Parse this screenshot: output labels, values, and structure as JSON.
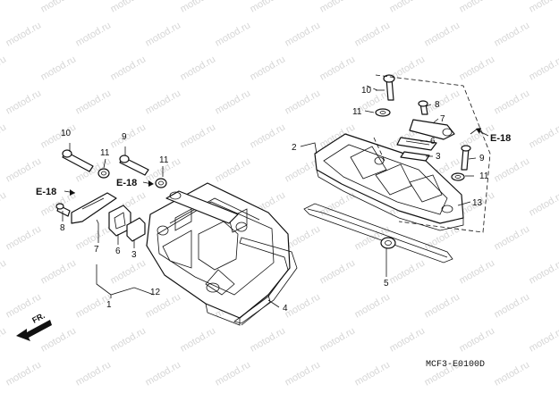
{
  "watermark": "motod.ru",
  "diagram_code": "MCF3-E0100D",
  "direction": "FR.",
  "references": {
    "left": "E-18",
    "middle": "E-18",
    "right": "E-18"
  },
  "callouts": {
    "c1": "1",
    "c2": "2",
    "c3a": "3",
    "c3b": "3",
    "c4": "4",
    "c5": "5",
    "c6a": "6",
    "c6b": "6",
    "c7a": "7",
    "c7b": "7",
    "c8a": "8",
    "c8b": "8",
    "c9a": "9",
    "c9b": "9",
    "c10a": "10",
    "c10b": "10",
    "c11a": "11",
    "c11b": "11",
    "c11c": "11",
    "c11d": "11",
    "c12": "12",
    "c13": "13"
  }
}
